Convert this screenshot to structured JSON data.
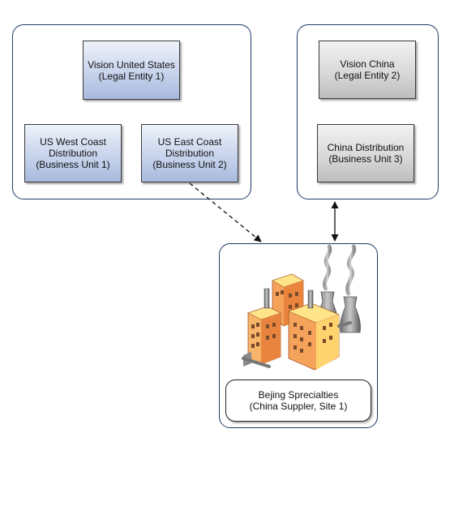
{
  "groups": {
    "vision_us": {
      "legal_entity": {
        "line1": "Vision United States",
        "line2": "(Legal Entity 1)"
      },
      "bu_west": {
        "line1": "US West Coast",
        "line2": "Distribution",
        "line3": "(Business Unit 1)"
      },
      "bu_east": {
        "line1": "US East Coast",
        "line2": "Distribution",
        "line3": "(Business Unit 2)"
      }
    },
    "vision_china": {
      "legal_entity": {
        "line1": "Vision China",
        "line2": "(Legal Entity 2)"
      },
      "bu_china": {
        "line1": "China Distribution",
        "line2": "(Business Unit 3)"
      }
    },
    "supplier_site": {
      "line1": "Bejing Sprecialties",
      "line2": "(China Suppler, Site 1)",
      "icon": "factory-icon"
    }
  },
  "connectors": [
    {
      "from": "US East Coast Distribution (Business Unit 2)",
      "to": "Bejing Sprecialties (China Suppler, Site 1)",
      "style": "dashed",
      "arrow": "end"
    },
    {
      "from": "China Distribution (Business Unit 3)",
      "to": "Bejing Sprecialties (China Suppler, Site 1)",
      "style": "solid",
      "arrow": "both"
    }
  ],
  "colors": {
    "group_border": "#1f3a68",
    "us_node_fill": "#c4d1ea",
    "china_node_fill": "#d6d6d6",
    "factory_orange": "#f5a25a",
    "factory_yellow": "#ffe48a"
  }
}
